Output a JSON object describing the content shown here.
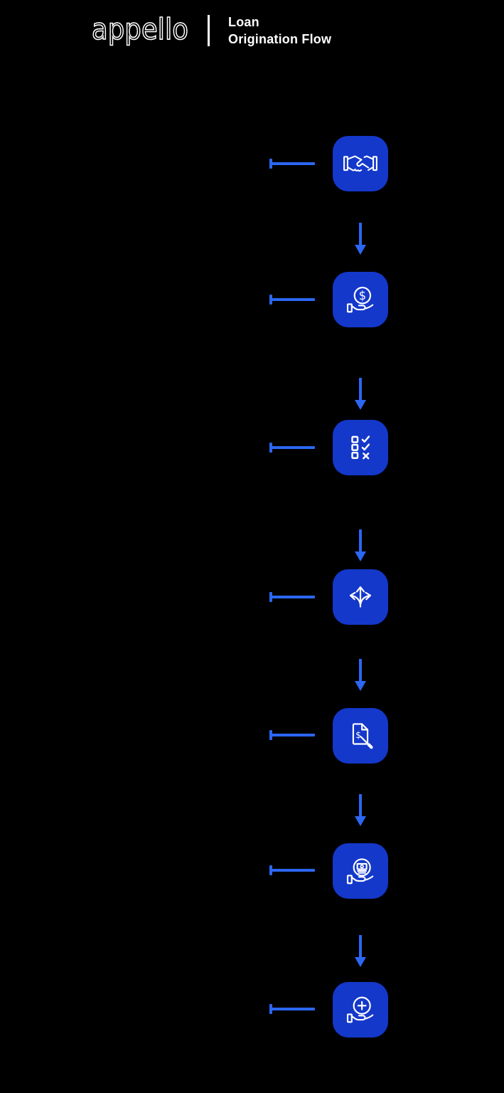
{
  "page": {
    "background_color": "#000000"
  },
  "header": {
    "brand": "appello",
    "title_line1": "Loan",
    "title_line2": "Origination Flow"
  },
  "colors": {
    "background": "#000000",
    "tile_blue": "#1438CA",
    "accent_blue": "#2C67F2",
    "icon_stroke": "#FFFFFF",
    "text_white": "#FFFFFF"
  },
  "flow": {
    "orientation": "vertical",
    "step_count": 7,
    "connector_count": 6,
    "steps": [
      {
        "index": 1,
        "icon": "handshake-icon"
      },
      {
        "index": 2,
        "icon": "hand-coin-dollar-icon"
      },
      {
        "index": 3,
        "icon": "checklist-approval-icon"
      },
      {
        "index": 4,
        "icon": "branch-decision-icon"
      },
      {
        "index": 5,
        "icon": "document-sign-icon"
      },
      {
        "index": 6,
        "icon": "hand-cash-icon"
      },
      {
        "index": 7,
        "icon": "hand-plus-circle-icon"
      }
    ]
  }
}
